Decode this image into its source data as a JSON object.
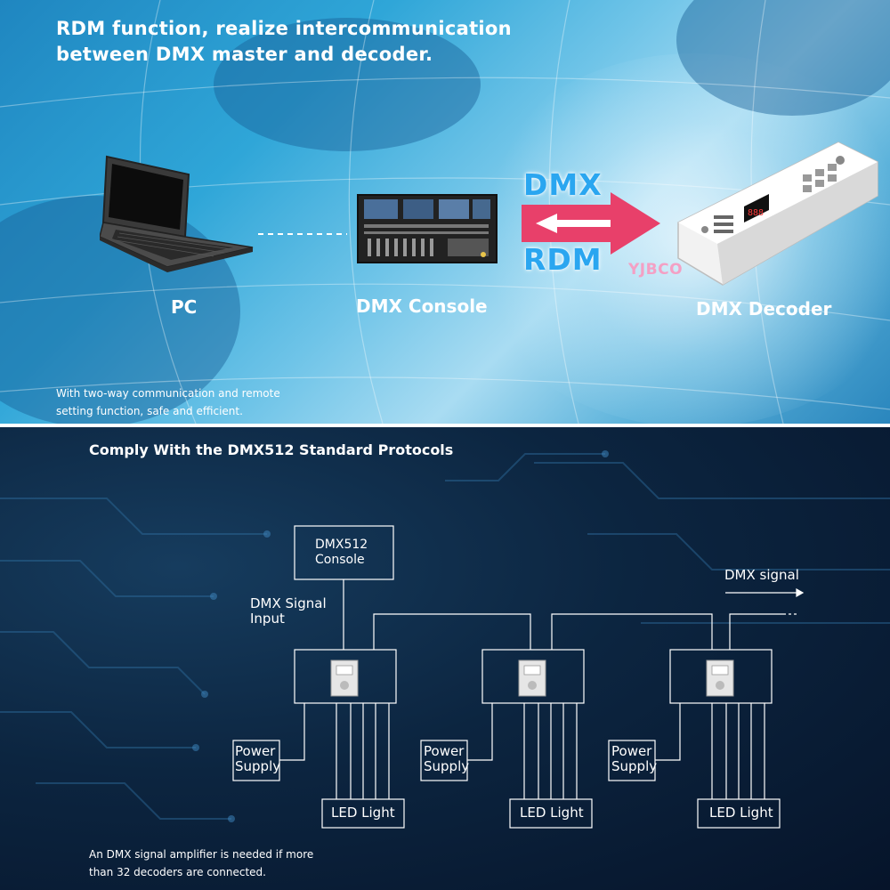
{
  "top": {
    "headline_lines": [
      "RDM function, realize intercommunication",
      "between DMX master and decoder."
    ],
    "devices": {
      "pc": "PC",
      "console": "DMX Console",
      "decoder": "DMX Decoder"
    },
    "arrow_words": {
      "upper": "DMX",
      "lower": "RDM"
    },
    "watermark": "YJBCO",
    "note_lines": [
      "With two-way communication and remote",
      "setting function, safe and efficient."
    ],
    "colors": {
      "arrow": "#e8406a",
      "arrow_word": "#2aa6f0"
    }
  },
  "bottom": {
    "title": "Comply With the DMX512 Standard Protocols",
    "console_box_lines": [
      "DMX512",
      "Console"
    ],
    "signal_input_lines": [
      "DMX Signal",
      "Input"
    ],
    "dmx_signal_label": "DMX signal",
    "units": [
      {
        "power_lines": [
          "Power",
          "Supply"
        ],
        "led_label": "LED Light"
      },
      {
        "power_lines": [
          "Power",
          "Supply"
        ],
        "led_label": "LED Light"
      },
      {
        "power_lines": [
          "Power",
          "Supply"
        ],
        "led_label": "LED Light"
      }
    ],
    "note_lines": [
      "An DMX signal amplifier is needed if more",
      "than 32 decoders are connected."
    ]
  }
}
